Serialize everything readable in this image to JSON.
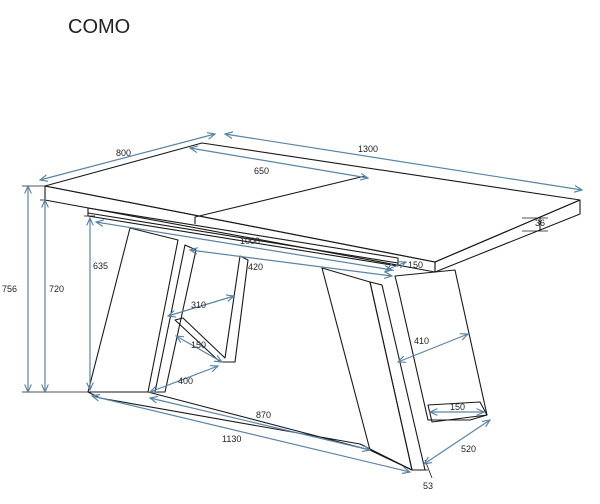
{
  "title": "COMO",
  "colors": {
    "outline": "#1a1a1a",
    "dimension": "#5a84a6",
    "text": "#222222"
  },
  "dimensions": {
    "width_closed": "800",
    "length_total": "1300",
    "extension_leaf": "650",
    "top_thickness": "36",
    "height_total": "756",
    "height_under_top": "720",
    "leg_inner_height": "635",
    "rail_length": "1000",
    "rail_width": "420",
    "rail_offset": "150",
    "inner_leg_gap": "310",
    "inner_leg_foot": "150",
    "leg_base_depth": "400",
    "leg_side_width": "410",
    "foot_width": "150",
    "base_length_inner": "870",
    "base_length_outer": "1130",
    "foot_depth": "520",
    "leg_thickness": "53"
  }
}
